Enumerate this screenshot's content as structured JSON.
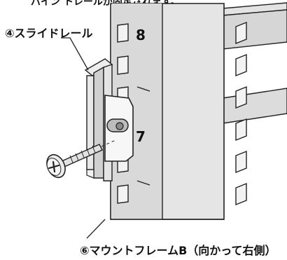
{
  "top_caption": "パイン トレールが固定されます。",
  "callouts": {
    "slide_rail": "④スライドレール",
    "mount_frame_b": "⑥マウントフレームB（向かって右側）"
  },
  "hole_numbers": {
    "upper": "8",
    "middle": "7"
  }
}
